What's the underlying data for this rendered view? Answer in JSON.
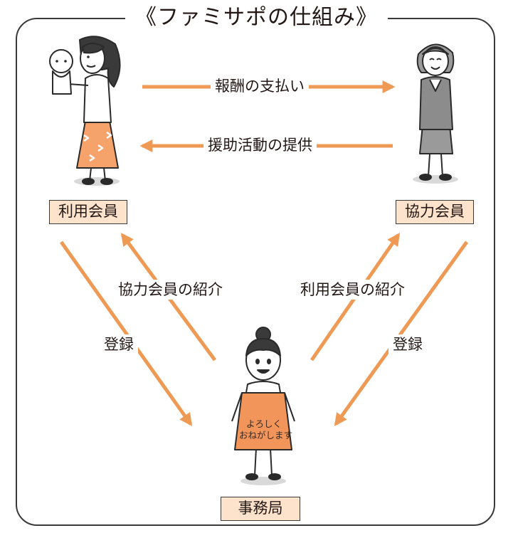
{
  "title": "《ファミサポの仕組み》",
  "nodes": {
    "user": "利用会員",
    "supporter": "協力会員",
    "office": "事務局"
  },
  "edges": {
    "payment": "報酬の支払い",
    "support": "援助活動の提供",
    "intro_supporter": "協力会員の紹介",
    "intro_user": "利用会員の紹介",
    "register_left": "登録",
    "register_right": "登録"
  },
  "apron_text": [
    "よろしく",
    "おねがします"
  ],
  "colors": {
    "arrow": "#ee9a55",
    "box_fill": "#fde3cc",
    "apron": "#f2955a",
    "skirt": "#f6a26b"
  }
}
